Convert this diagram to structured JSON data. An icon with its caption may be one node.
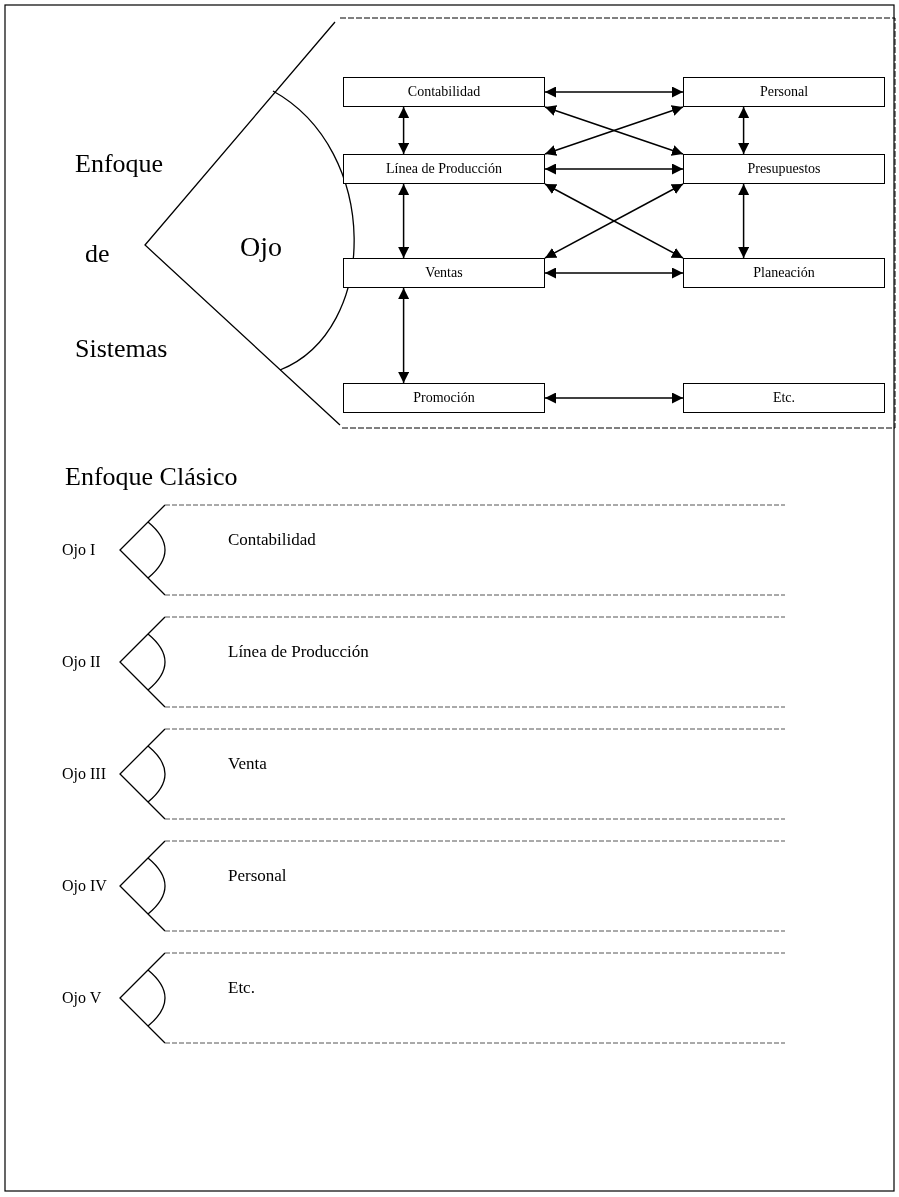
{
  "diagram": {
    "nodes": [
      {
        "text": [
          "Contabilidad"
        ]
      },
      {
        "text": [
          "Personal"
        ]
      },
      {
        "text": [
          "Línea de Producción"
        ]
      },
      {
        "text": [
          "Presupuestos"
        ]
      },
      {
        "text": [
          "Ventas"
        ]
      },
      {
        "text": [
          "Planeación"
        ]
      },
      {
        "text": [
          "Promoción"
        ]
      },
      {
        "text": [
          "Etc."
        ]
      }
    ],
    "edges": [
      {
        "from": 0,
        "to": 1,
        "arrow": "both"
      },
      {
        "from": 0,
        "to": 2,
        "arrow": "both"
      },
      {
        "from": 0,
        "to": 3,
        "arrow": "both"
      },
      {
        "from": 1,
        "to": 2,
        "arrow": "both"
      },
      {
        "from": 1,
        "to": 3,
        "arrow": "both"
      },
      {
        "from": 2,
        "to": 3,
        "arrow": "both"
      },
      {
        "from": 2,
        "to": 4,
        "arrow": "both"
      },
      {
        "from": 2,
        "to": 5,
        "arrow": "both"
      },
      {
        "from": 3,
        "to": 4,
        "arrow": "both"
      },
      {
        "from": 3,
        "to": 5,
        "arrow": "both"
      },
      {
        "from": 4,
        "to": 5,
        "arrow": "both"
      },
      {
        "from": 4,
        "to": 6,
        "arrow": "both"
      },
      {
        "from": 6,
        "to": 7,
        "arrow": "both"
      }
    ],
    "labels": [
      "Enfoque",
      "de",
      "Sistemas",
      "Ojo",
      "Enfoque Clásico",
      "Ojo I",
      "Contabilidad",
      "Ojo II",
      "Línea de Producción",
      "Ojo III",
      "Venta",
      "Ojo IV",
      "Personal",
      "Ojo V",
      "Etc."
    ]
  }
}
